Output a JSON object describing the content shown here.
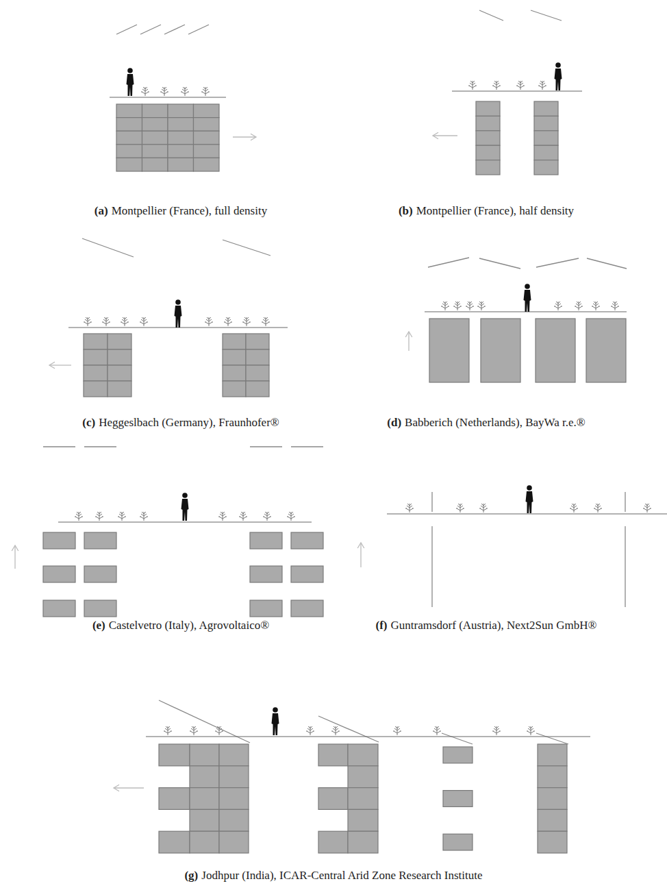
{
  "diagram": {
    "labels": [
      "(a)",
      "Montpellier (France), full density",
      "(b)",
      "Montpellier (France), half density",
      "(c)",
      "Heggeslbach (Germany), Fraunhofer®",
      "(d)",
      "Babberich (Netherlands), BayWa r.e.®",
      "(e)",
      "Castelvetro (Italy), Agrovoltaico®",
      "(f)",
      "Guntramsdorf (Austria), Next2Sun GmbH®",
      "(g)",
      "Jodhpur (India), ICAR-Central Arid Zone Research Institute"
    ]
  }
}
